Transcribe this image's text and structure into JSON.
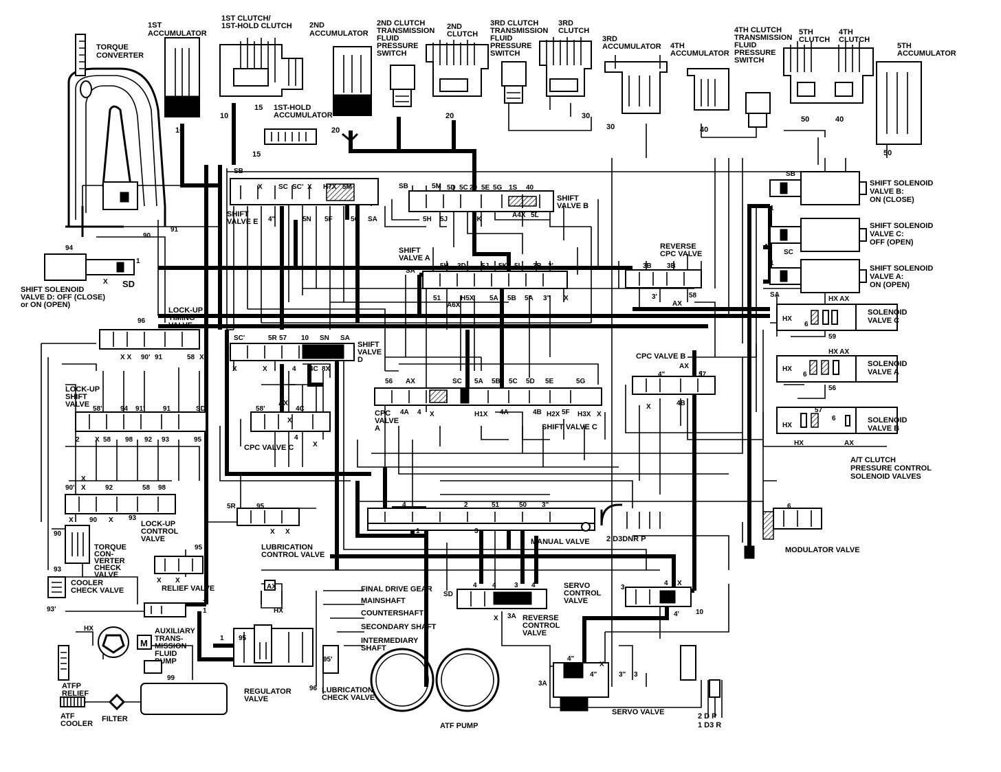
{
  "components": {
    "torque_converter": "TORQUE CONVERTER",
    "acc_1st": "1ST ACCUMULATOR",
    "clutch_1st": "1ST CLUTCH/ 1ST-HOLD CLUTCH",
    "acc_2nd": "2ND ACCUMULATOR",
    "sw_2nd": "2ND CLUTCH TRANSMISSION FLUID PRESSURE SWITCH",
    "clutch_2nd": "2ND CLUTCH",
    "sw_3rd": "3RD CLUTCH TRANSMISSION FLUID PRESSURE SWITCH",
    "clutch_3rd": "3RD CLUTCH",
    "acc_3rd": "3RD ACCUMULATOR",
    "acc_4th": "4TH ACCUMULATOR",
    "sw_4th": "4TH CLUTCH TRANSMISSION FLUID PRESSURE SWITCH",
    "clutch_5th": "5TH CLUTCH",
    "clutch_4th": "4TH CLUTCH",
    "acc_5th": "5TH ACCUMULATOR",
    "acc_1st_hold": "1ST-HOLD ACCUMULATOR",
    "shift_valve_e": "SHIFT VALVE E",
    "shift_valve_b": "SHIFT VALVE B",
    "shift_valve_a": "SHIFT VALVE A",
    "shift_valve_d": "SHIFT VALVE D",
    "shift_valve_c": "SHIFT VALVE C",
    "sol_b": "SHIFT SOLENOID VALVE B: ON (CLOSE)",
    "sol_c": "SHIFT SOLENOID VALVE C: OFF (OPEN)",
    "sol_a": "SHIFT SOLENOID VALVE A: ON (OPEN)",
    "sol_d": "SHIFT SOLENOID VALVE D: OFF (CLOSE) or ON (OPEN)",
    "reverse_cpc": "REVERSE CPC VALVE",
    "lockup_timing": "LOCK-UP TIMING VALVE",
    "lockup_shift": "LOCK-UP SHIFT VALVE",
    "lockup_control": "LOCK-UP CONTROL VALVE",
    "cpc_a": "CPC VALVE A",
    "cpc_b": "CPC VALVE B",
    "cpc_c": "CPC VALVE C",
    "pcs_c": "SOLENOID VALVE C",
    "pcs_a": "SOLENOID VALVE A",
    "pcs_b": "SOLENOID VALVE B",
    "pcs_group": "A/T CLUTCH PRESSURE CONTROL SOLENOID VALVES",
    "manual_valve": "MANUAL VALVE",
    "modulator_valve": "MODULATOR VALVE",
    "lub_control": "LUBRICATION CONTROL VALVE",
    "tc_check": "TORQUE CON-VERTER CHECK VALVE",
    "cooler_check": "COOLER CHECK VALVE",
    "relief_valve": "RELIEF VALVE",
    "final_drive": "FINAL DRIVE GEAR",
    "mainshaft": "MAINSHAFT",
    "countershaft": "COUNTERSHAFT",
    "secondary_shaft": "SECONDARY SHAFT",
    "intermediary_shaft": "INTERMEDIARY SHAFT",
    "servo_control": "SERVO CONTROL VALVE",
    "reverse_control": "REVERSE CONTROL VALVE",
    "aux_pump": "AUXILIARY TRANS-MISSION FLUID PUMP",
    "atfp_relief": "ATFP RELIEF VALVE",
    "regulator_valve": "REGULATOR VALVE",
    "lub_check": "LUBRICATION CHECK VALVE",
    "atf_cooler": "ATF COOLER",
    "filter": "FILTER",
    "atf_pump": "ATF PUMP",
    "servo_valve": "SERVO VALVE"
  },
  "manual_positions": "2 D3 D N R P",
  "servo_positions": [
    "2",
    "D",
    "P",
    "1",
    "D3",
    "R"
  ],
  "motor_symbol": "M",
  "line_codes": [
    "10",
    "15",
    "20",
    "30",
    "40",
    "50",
    "90",
    "91",
    "94",
    "SD",
    "SB",
    "SC",
    "SA",
    "X",
    "HX",
    "AX",
    "1",
    "4",
    "5R",
    "57",
    "95",
    "93",
    "93'",
    "96",
    "99",
    "95'",
    "3A",
    "3",
    "4'",
    "10",
    "6",
    "56",
    "58",
    "59"
  ]
}
